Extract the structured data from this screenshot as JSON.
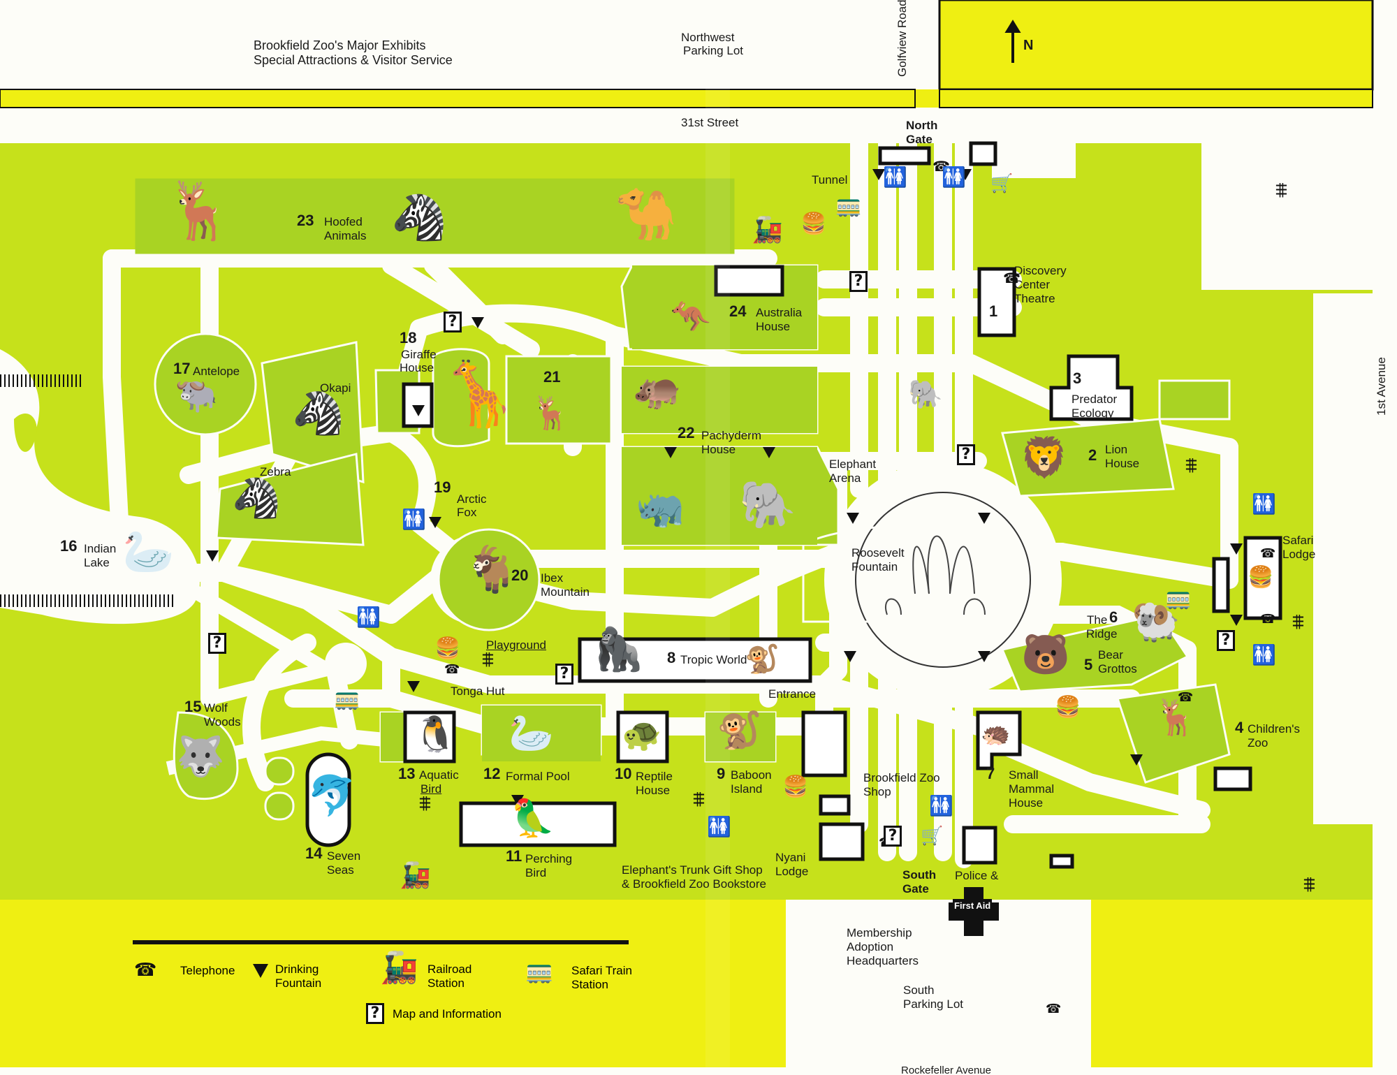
{
  "title": {
    "line1": "Brookfield Zoo's Major Exhibits",
    "line2": "Special Attractions & Visitor Service"
  },
  "north": "N",
  "streets": {
    "st31": "31st Street",
    "golfview": "Golfview Road",
    "first_avenue": "1st Avenue",
    "rockefeller": "Rockefeller Avenue"
  },
  "parking": {
    "northwest_1": "Northwest",
    "northwest_2": "Parking Lot",
    "south_1": "South",
    "south_2": "Parking Lot"
  },
  "gates": {
    "north_1": "North",
    "north_2": "Gate",
    "south_1": "South",
    "south_2": "Gate",
    "tunnel": "Tunnel"
  },
  "exhibits": [
    {
      "num": "1",
      "l1": "Discovery",
      "l2": "Center",
      "l3": "Theatre"
    },
    {
      "num": "2",
      "l1": "Lion",
      "l2": "House"
    },
    {
      "num": "3",
      "l1": "Predator",
      "l2": "Ecology"
    },
    {
      "num": "4",
      "l1": "Children's",
      "l2": "Zoo"
    },
    {
      "num": "5",
      "l1": "Bear",
      "l2": "Grottos"
    },
    {
      "num": "6",
      "l1": "The",
      "l2": "Ridge"
    },
    {
      "num": "7",
      "l1": "Small",
      "l2": "Mammal",
      "l3": "House"
    },
    {
      "num": "8",
      "l1": "Tropic World"
    },
    {
      "num": "9",
      "l1": "Baboon",
      "l2": "Island"
    },
    {
      "num": "10",
      "l1": "Reptile",
      "l2": "House"
    },
    {
      "num": "11",
      "l1": "Perching",
      "l2": "Bird"
    },
    {
      "num": "12",
      "l1": "Formal Pool"
    },
    {
      "num": "13",
      "l1": "Aquatic",
      "l2": "Bird"
    },
    {
      "num": "14",
      "l1": "Seven",
      "l2": "Seas"
    },
    {
      "num": "15",
      "l1": "Wolf",
      "l2": "Woods"
    },
    {
      "num": "16",
      "l1": "Indian",
      "l2": "Lake"
    },
    {
      "num": "17",
      "l1": "Antelope"
    },
    {
      "num": "18",
      "l1": "Giraffe",
      "l2": "House"
    },
    {
      "num": "19",
      "l1": "Arctic",
      "l2": "Fox"
    },
    {
      "num": "20",
      "l1": "Ibex",
      "l2": "Mountain"
    },
    {
      "num": "21",
      "l1": ""
    },
    {
      "num": "22",
      "l1": "Pachyderm",
      "l2": "House"
    },
    {
      "num": "23",
      "l1": "Hoofed",
      "l2": "Animals"
    },
    {
      "num": "24",
      "l1": "Australia",
      "l2": "House"
    }
  ],
  "places": {
    "okapi": "Okapi",
    "zebra": "Zebra",
    "elephant_arena_1": "Elephant",
    "elephant_arena_2": "Arena",
    "roosevelt_1": "Roosevelt",
    "roosevelt_2": "Fountain",
    "safari_lodge_1": "Safari",
    "safari_lodge_2": "Lodge",
    "playground": "Playground",
    "tonga_hut": "Tonga Hut",
    "entrance": "Entrance",
    "zoo_shop_1": "Brookfield Zoo",
    "zoo_shop_2": "Shop",
    "nyani_1": "Nyani",
    "nyani_2": "Lodge",
    "elephants_trunk_1": "Elephant's Trunk Gift Shop",
    "elephants_trunk_2": "& Brookfield Zoo Bookstore",
    "police_1": "Police &",
    "first_aid": "First Aid",
    "membership_1": "Membership",
    "membership_2": "Adoption",
    "membership_3": "Headquarters"
  },
  "legend": {
    "telephone": "Telephone",
    "drinking_1": "Drinking",
    "drinking_2": "Fountain",
    "railroad_1": "Railroad",
    "railroad_2": "Station",
    "safari_1": "Safari Train",
    "safari_2": "Station",
    "map_info": "Map and Information"
  },
  "icons": {
    "telephone": "telephone-icon",
    "drinking_fountain": "drinking-fountain-icon",
    "railroad": "railroad-station-icon",
    "safari_train": "safari-train-icon",
    "map_info": "map-information-icon",
    "restroom": "restroom-icon",
    "picnic": "picnic-table-icon",
    "food": "food-service-icon",
    "stroller": "stroller-rental-icon"
  },
  "colors": {
    "park_green": "#c6e11b",
    "exhibit_green": "#a9d323",
    "street_yellow": "#efef12",
    "path_white": "#fdfdf8",
    "ink": "#111111",
    "first_aid_red": "#111111"
  }
}
